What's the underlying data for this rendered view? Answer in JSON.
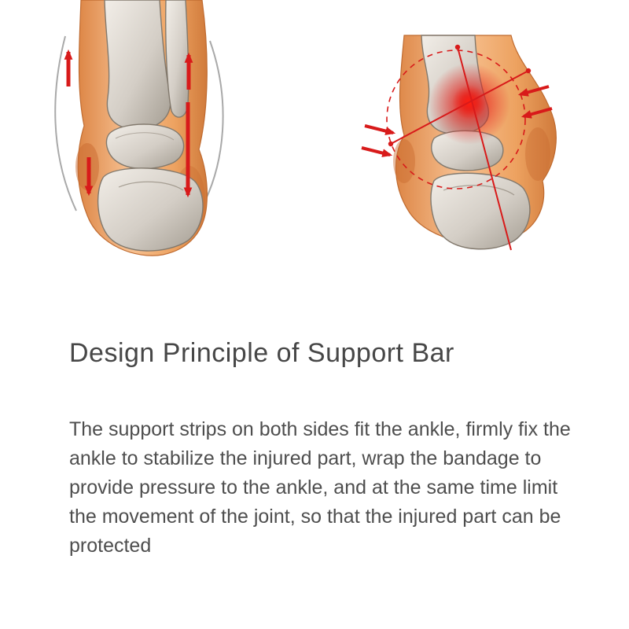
{
  "page": {
    "background_color": "#ffffff"
  },
  "content": {
    "heading": "Design Principle of Support Bar",
    "paragraph": "The support strips on both sides fit the ankle, firmly fix the ankle to stabilize the injured part, wrap the bandage to provide pressure to the ankle, and at the same time limit the movement of the joint, so that the injured part can be protected"
  },
  "illustrations": {
    "left": {
      "name": "ankle-bones-vertical-arrows-illustration",
      "alt": "Rear view of ankle bones with red arrows pointing up and down on both sides and thin support-strip curves flanking the ankle"
    },
    "right": {
      "name": "ankle-injury-highlight-illustration",
      "alt": "Ankle bones with red injured spot glow, dashed circle, crossing axis lines and red arrows pressing inward from both sides"
    }
  },
  "colors": {
    "accent_red": "#d81a1a",
    "heading_text": "#474747",
    "body_text": "#4e4e4e",
    "skin_light": "#f7c293",
    "skin_dark": "#d07a3b",
    "bone_light": "#f2eee8",
    "bone_dark": "#a49d92",
    "guide_line": "#a9a9a9"
  }
}
